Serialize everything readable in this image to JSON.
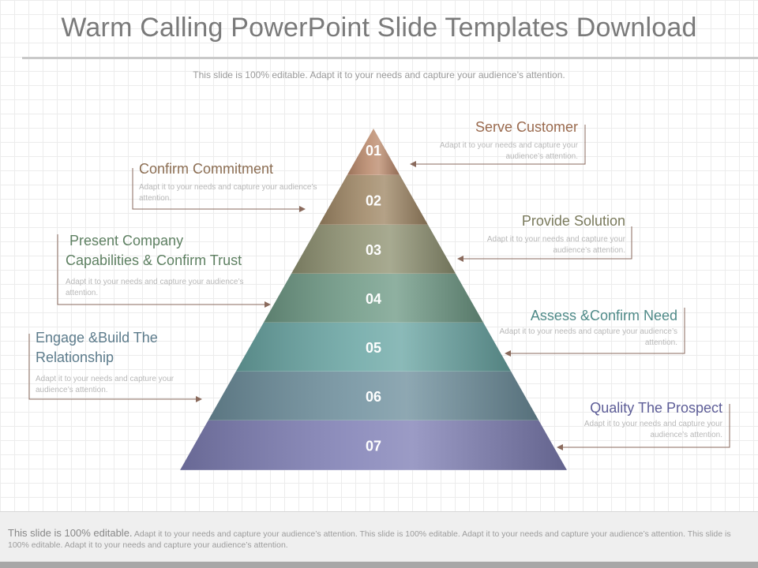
{
  "title": "Warm Calling PowerPoint Slide Templates Download",
  "subtitle": "This slide is 100% editable. Adapt it to your needs and capture your audience’s attention.",
  "layers": [
    {
      "number": "01",
      "color": "#bb8a6c"
    },
    {
      "number": "02",
      "color": "#9f8765"
    },
    {
      "number": "03",
      "color": "#8f9272"
    },
    {
      "number": "04",
      "color": "#6f9a86"
    },
    {
      "number": "05",
      "color": "#6aa6a4"
    },
    {
      "number": "06",
      "color": "#6e8f9d"
    },
    {
      "number": "07",
      "color": "#7f7fb5"
    }
  ],
  "labels": {
    "serve_customer": {
      "title": "Serve Customer",
      "desc": "Adapt it to your needs and capture your audience’s attention.",
      "color": "#9a6a4e"
    },
    "confirm_commitment": {
      "title": "Confirm  Commitment",
      "desc": "Adapt it to your needs and capture your audience’s attention.",
      "color": "#8c6e53"
    },
    "provide_solution": {
      "title": "Provide Solution",
      "desc": "Adapt it to your needs and capture your audience’s attention.",
      "color": "#7a7a5c"
    },
    "present_company": {
      "title_line1": " Present Company",
      "title_line2": "Capabilities & Confirm Trust",
      "desc": "Adapt it to your needs and capture your audience’s attention.",
      "color": "#5e8062"
    },
    "assess_confirm": {
      "title": "Assess &Confirm Need",
      "desc": "Adapt it to your needs and capture your audience’s attention.",
      "color": "#4f8a88"
    },
    "engage_build": {
      "title_line1": "Engage &Build The",
      "title_line2": "Relationship",
      "desc": "Adapt it to your needs and capture your audience’s attention.",
      "color": "#5d7c8c"
    },
    "quality_prospect": {
      "title": "Quality The Prospect",
      "desc": "Adapt it to your needs and capture your audience’s attention.",
      "color": "#5d5d97"
    }
  },
  "footer": {
    "lead": "This slide is 100% editable.",
    "text": " Adapt it to your needs and capture your audience’s attention. This slide is 100% editable. Adapt it to your needs and capture your audience’s attention. This slide is 100% editable. Adapt it to your needs and capture your audience’s attention."
  }
}
